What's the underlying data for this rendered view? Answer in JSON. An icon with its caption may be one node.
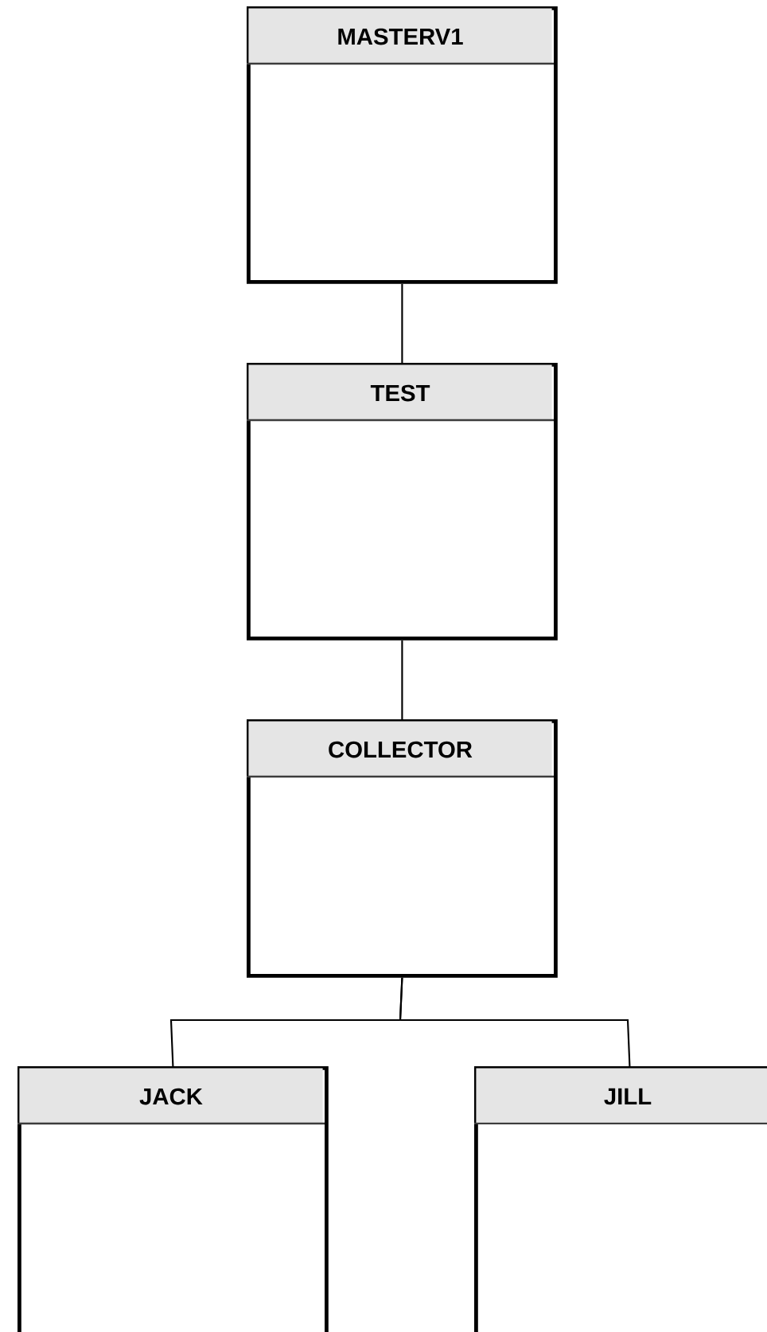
{
  "diagram": {
    "nodes": [
      {
        "text": [
          "MASTERV1"
        ]
      },
      {
        "text": [
          "TEST"
        ]
      },
      {
        "text": [
          "COLLECTOR"
        ]
      },
      {
        "text": [
          "JACK"
        ]
      },
      {
        "text": [
          "JILL"
        ]
      }
    ],
    "edges": [
      {
        "from": 0,
        "to": 1,
        "arrow": "none"
      },
      {
        "from": 1,
        "to": 2,
        "arrow": "none"
      },
      {
        "from": 2,
        "to": 3,
        "arrow": "none"
      },
      {
        "from": 2,
        "to": 4,
        "arrow": "none"
      }
    ]
  }
}
